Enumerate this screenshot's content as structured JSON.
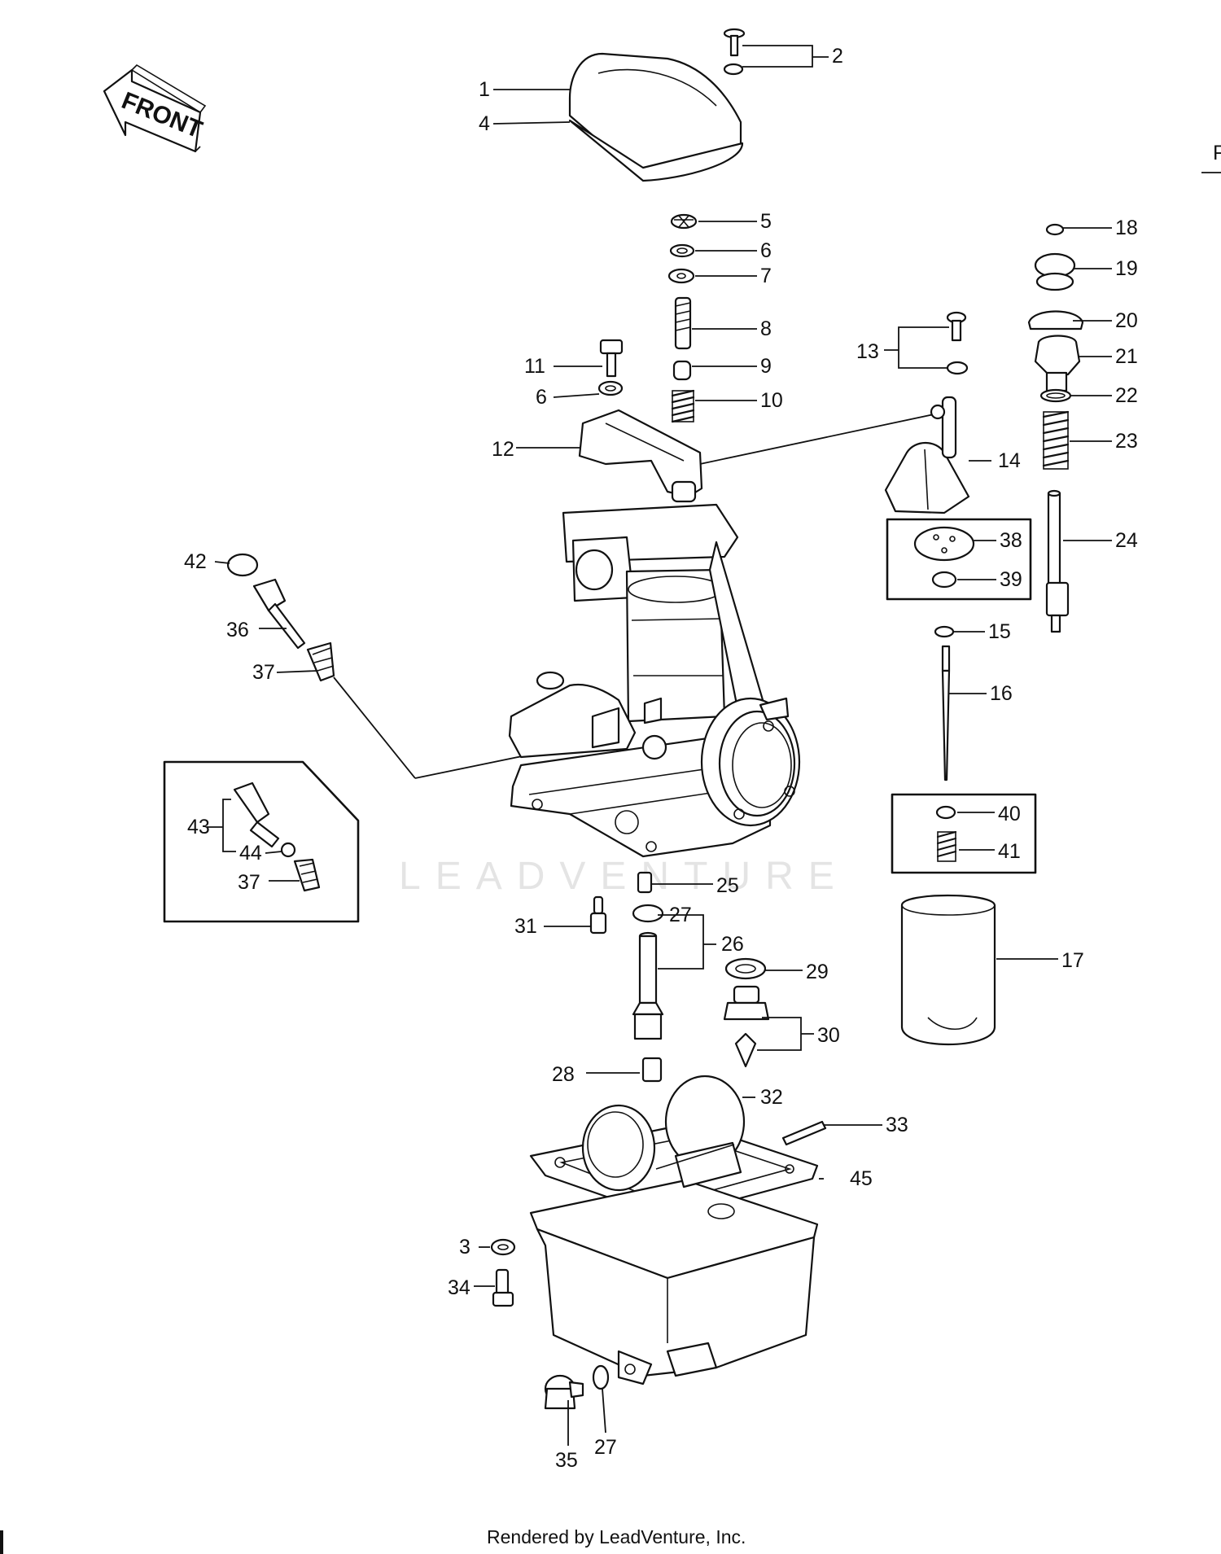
{
  "diagram": {
    "front_label": "FRONT",
    "edge_letter": "F",
    "watermark": "LEADVENTURE",
    "footer": "Rendered by LeadVenture, Inc.",
    "callouts": [
      "1",
      "2",
      "4",
      "5",
      "6",
      "7",
      "8",
      "11",
      "6",
      "9",
      "10",
      "12",
      "13",
      "14",
      "18",
      "19",
      "20",
      "21",
      "22",
      "23",
      "24",
      "38",
      "39",
      "15",
      "16",
      "40",
      "41",
      "42",
      "36",
      "37",
      "43",
      "44",
      "37",
      "25",
      "31",
      "27",
      "26",
      "29",
      "30",
      "17",
      "28",
      "32",
      "33",
      "45",
      "3",
      "34",
      "35",
      "27"
    ]
  },
  "colors": {
    "ink": "#111111",
    "paper": "#ffffff",
    "watermark": "#e4e4e4"
  }
}
